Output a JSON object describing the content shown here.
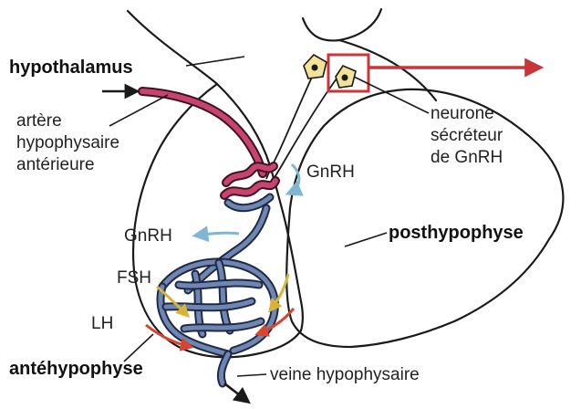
{
  "labels": {
    "hypothalamus": "hypothalamus",
    "artere_line1": "artère",
    "artere_line2": "hypophysaire",
    "artere_line3": "antérieure",
    "neurone_line1": "neurone",
    "neurone_line2": "sécréteur",
    "neurone_line3": "de GnRH",
    "gnrh_upper": "GnRH",
    "gnrh_left": "GnRH",
    "posthypophyse": "posthypophyse",
    "fsh": "FSH",
    "lh": "LH",
    "antehypophyse": "antéhypophyse",
    "veine": "veine hypophysaire"
  },
  "colors": {
    "outline": "#1a1a1a",
    "artery": "#c8436e",
    "vein": "#6f86b3",
    "gnrh_arrow": "#7fb6d6",
    "fsh_arrow": "#d9b23a",
    "lh_arrow": "#d6452f",
    "neuron_body": "#f3e39a",
    "secretion_arrow": "#c8363a"
  }
}
